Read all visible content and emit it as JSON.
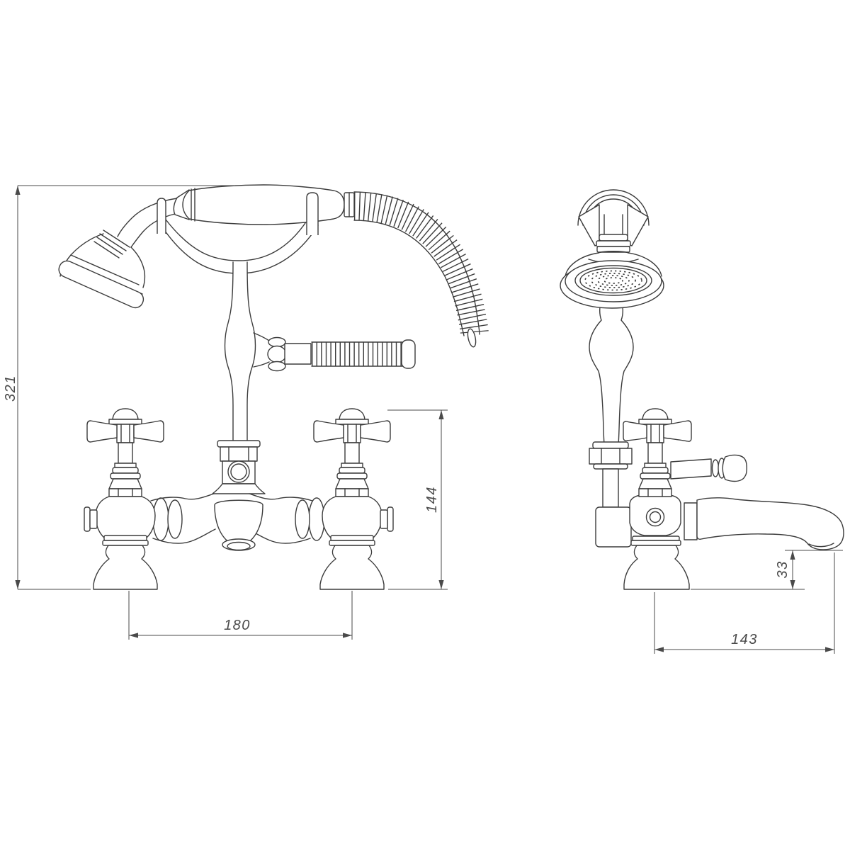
{
  "drawing": {
    "colors": {
      "line": "#3c3c3c",
      "dimension": "#4a4a4a",
      "background": "#ffffff"
    },
    "dimensions": {
      "overall_height": "321",
      "valve_assembly_height": "144",
      "inlet_centres": "180",
      "spout_clearance": "33",
      "spout_reach": "143"
    }
  }
}
